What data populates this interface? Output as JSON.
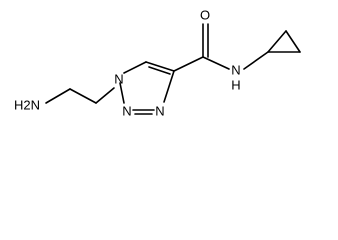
{
  "molecule": {
    "atoms": {
      "amine": "H2N",
      "ring_n1": "N",
      "ring_n2": "N",
      "ring_n3": "N",
      "amide_n": "N",
      "amide_h": "H",
      "carbonyl_o": "O"
    }
  },
  "colors": {
    "bond": "#000000",
    "text": "#000000",
    "background": "#ffffff"
  }
}
